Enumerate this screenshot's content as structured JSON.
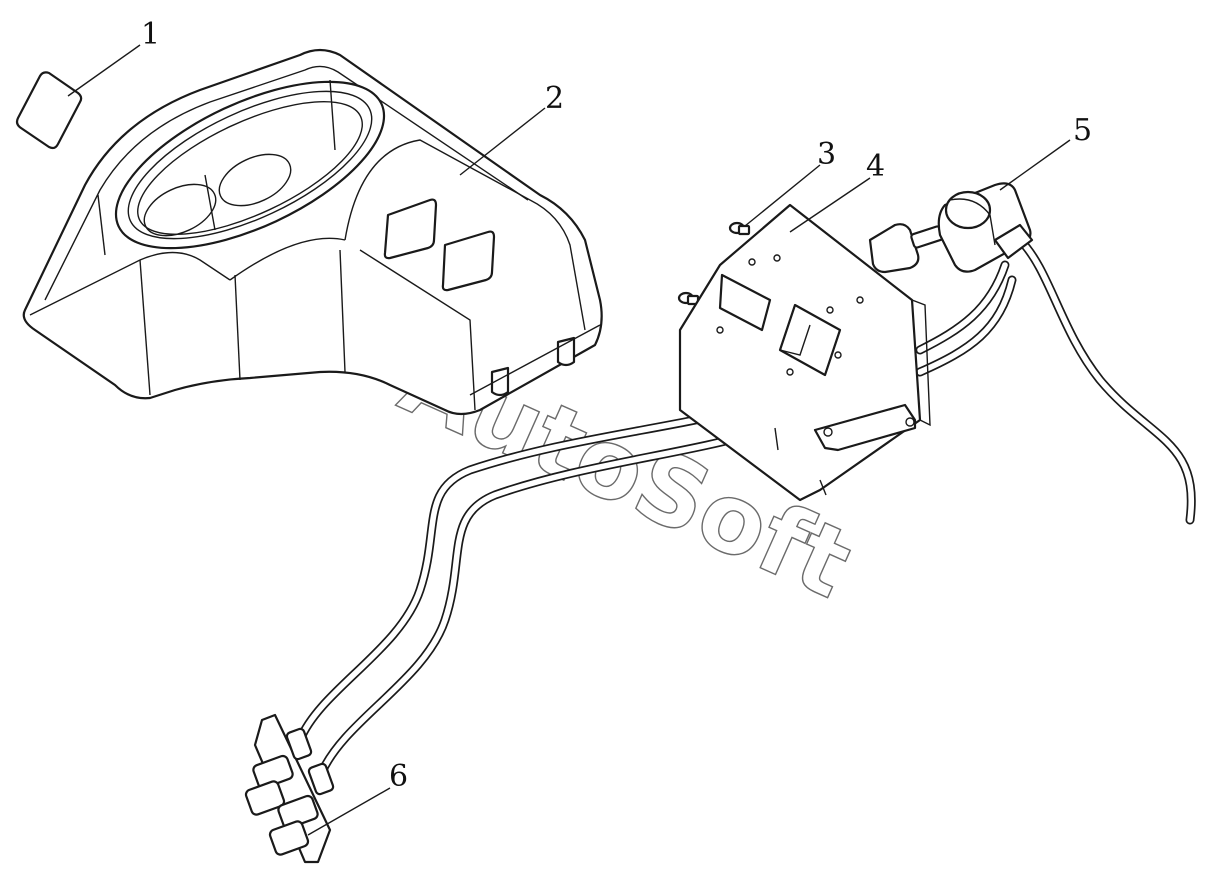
{
  "callouts": [
    {
      "number": "1"
    },
    {
      "number": "2"
    },
    {
      "number": "3"
    },
    {
      "number": "4"
    },
    {
      "number": "5"
    },
    {
      "number": "6"
    }
  ],
  "watermark": "AutoSoft"
}
